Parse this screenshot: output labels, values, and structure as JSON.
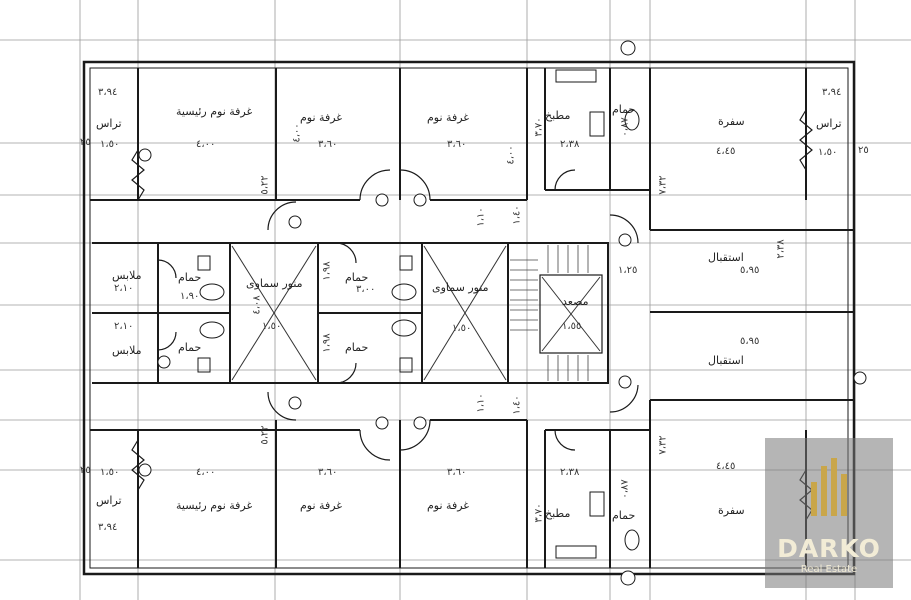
{
  "rooms": {
    "master_bedroom": "غرفة نوم رئيسية",
    "bedroom": "غرفة نوم",
    "kitchen": "مطبخ",
    "bathroom": "حمام",
    "dining": "سفرة",
    "terrace": "تراس",
    "reception": "استقبال",
    "clothes": "ملابس",
    "shaft": "منور سماوى",
    "elevator": "مصعد"
  },
  "dims": {
    "d394": "٣،٩٤",
    "d400": "٤،٠٠",
    "d360": "٣،٦٠",
    "d150": "١،٥٠",
    "d445": "٤،٤٥",
    "d732": "٧،٣٢",
    "d238": "٢،٣٨",
    "d370": "٣،٧٠",
    "d087": "٠،٨٧",
    "d595": "٥،٩٥",
    "d522": "٥،٢٢",
    "d300": "٣،٠٠",
    "d198": "١،٩٨",
    "d190": "١،٩٠",
    "d210": "٢،١٠",
    "d408": "٤،٠٨",
    "d125": "١،٢٥",
    "d155": "١،٥٥",
    "d140": "١،٤٠",
    "d110": "١،١٠",
    "d025": "٢٥"
  },
  "logo": {
    "name": "DARKO",
    "tagline": "Real Estate"
  }
}
